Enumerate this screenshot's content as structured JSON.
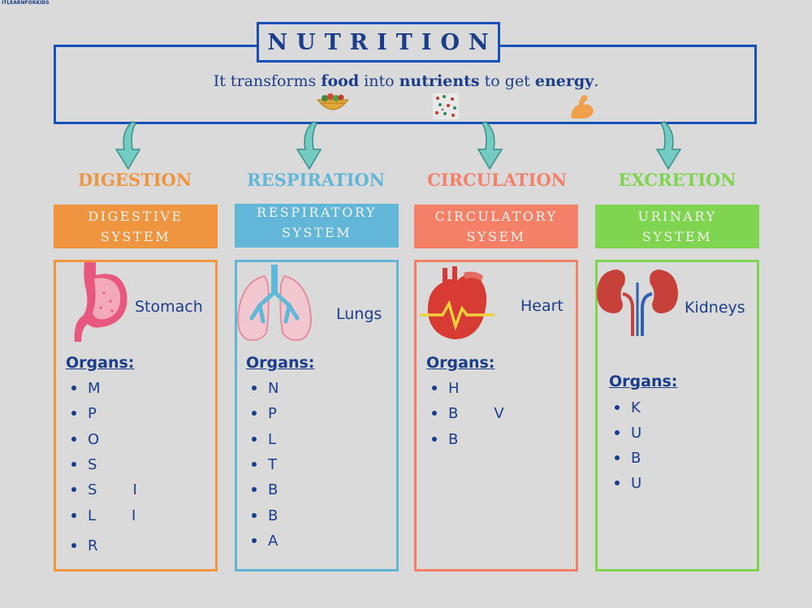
{
  "watermark": "ITLEARNFORKIDS",
  "title": "NUTRITION",
  "subtitle": {
    "p1": "It transforms ",
    "b1": "food",
    "p2": " into ",
    "b2": "nutrients",
    "p3": " to get ",
    "b3": "energy",
    "p4": "."
  },
  "colors": {
    "digestion": "#f0953f",
    "respiration": "#62b6d8",
    "circulation": "#f58068",
    "excretion": "#7fd450",
    "frame": "#1551b8",
    "text": "#1a3e8c"
  },
  "icons": [
    "salad-bowl-icon",
    "nutrients-icon",
    "flexed-arm-icon",
    "curved-arrow-icon",
    "stomach-icon",
    "lungs-icon",
    "heart-icon",
    "kidneys-icon"
  ],
  "columns": [
    {
      "process": "DIGESTION",
      "system_line1": "DIGESTIVE",
      "system_line2": "SYSTEM",
      "organ": "Stomach",
      "organs_label": "Organs:",
      "items": [
        {
          "letter": "M",
          "extra": ""
        },
        {
          "letter": "P",
          "extra": ""
        },
        {
          "letter": "O",
          "extra": ""
        },
        {
          "letter": "S",
          "extra": ""
        },
        {
          "letter": "S",
          "extra": "I"
        },
        {
          "letter": "L",
          "extra": "I"
        },
        {
          "letter": "R",
          "extra": ""
        }
      ]
    },
    {
      "process": "RESPIRATION",
      "system_line1": "RESPIRATORY",
      "system_line2": "SYSTEM",
      "organ": "Lungs",
      "organs_label": "Organs:",
      "items": [
        {
          "letter": "N",
          "extra": ""
        },
        {
          "letter": "P",
          "extra": ""
        },
        {
          "letter": "L",
          "extra": ""
        },
        {
          "letter": "T",
          "extra": ""
        },
        {
          "letter": "B",
          "extra": ""
        },
        {
          "letter": "B",
          "extra": ""
        },
        {
          "letter": "A",
          "extra": ""
        }
      ]
    },
    {
      "process": "CIRCULATION",
      "system_line1": "CIRCULATORY",
      "system_line2": "SYSEM",
      "organ": "Heart",
      "organs_label": "Organs:",
      "items": [
        {
          "letter": "H",
          "extra": ""
        },
        {
          "letter": "B",
          "extra": "V"
        },
        {
          "letter": "B",
          "extra": ""
        }
      ]
    },
    {
      "process": "EXCRETION",
      "system_line1": "URINARY",
      "system_line2": "SYSTEM",
      "organ": "Kidneys",
      "organs_label": "Organs:",
      "items": [
        {
          "letter": "K",
          "extra": ""
        },
        {
          "letter": "U",
          "extra": ""
        },
        {
          "letter": "B",
          "extra": ""
        },
        {
          "letter": "U",
          "extra": ""
        }
      ]
    }
  ]
}
